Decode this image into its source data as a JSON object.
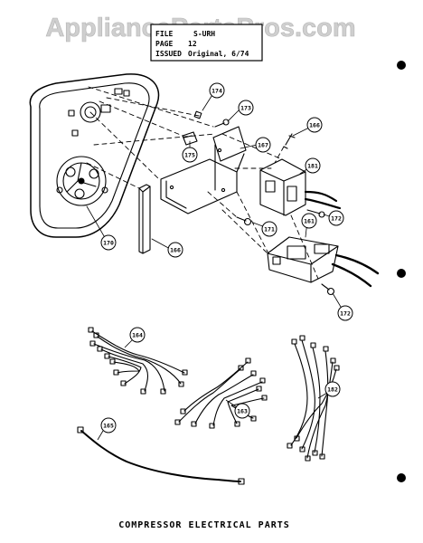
{
  "watermark": "AppliancePartsPros.com",
  "header": {
    "file": "FILE",
    "file_value": "S-URH",
    "page_label": "PAGE",
    "page_value": "12",
    "issued_label": "ISSUED",
    "issued_value": "Original, 6/74"
  },
  "caption": "COMPRESSOR ELECTRICAL PARTS",
  "callouts": [
    "174",
    "173",
    "175",
    "167",
    "166",
    "181",
    "172",
    "171",
    "161",
    "172",
    "170",
    "166",
    "164",
    "163",
    "182",
    "165"
  ]
}
